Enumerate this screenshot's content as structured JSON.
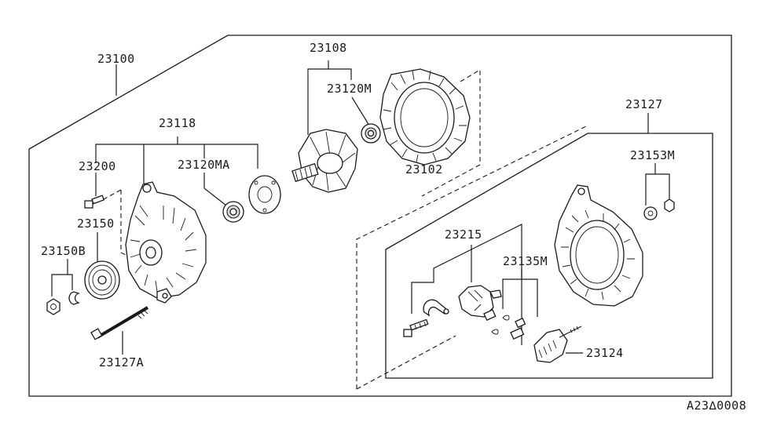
{
  "labels": {
    "p23100": "23100",
    "p23108": "23108",
    "p23120M": "23120M",
    "p23118": "23118",
    "p23200": "23200",
    "p23120MA": "23120MA",
    "p23102": "23102",
    "p23127": "23127",
    "p23153M": "23153M",
    "p23150": "23150",
    "p23150B": "23150B",
    "p23215": "23215",
    "p23135M": "23135M",
    "p23124": "23124",
    "p23127A": "23127A"
  },
  "footer_code": "A23∆0008"
}
